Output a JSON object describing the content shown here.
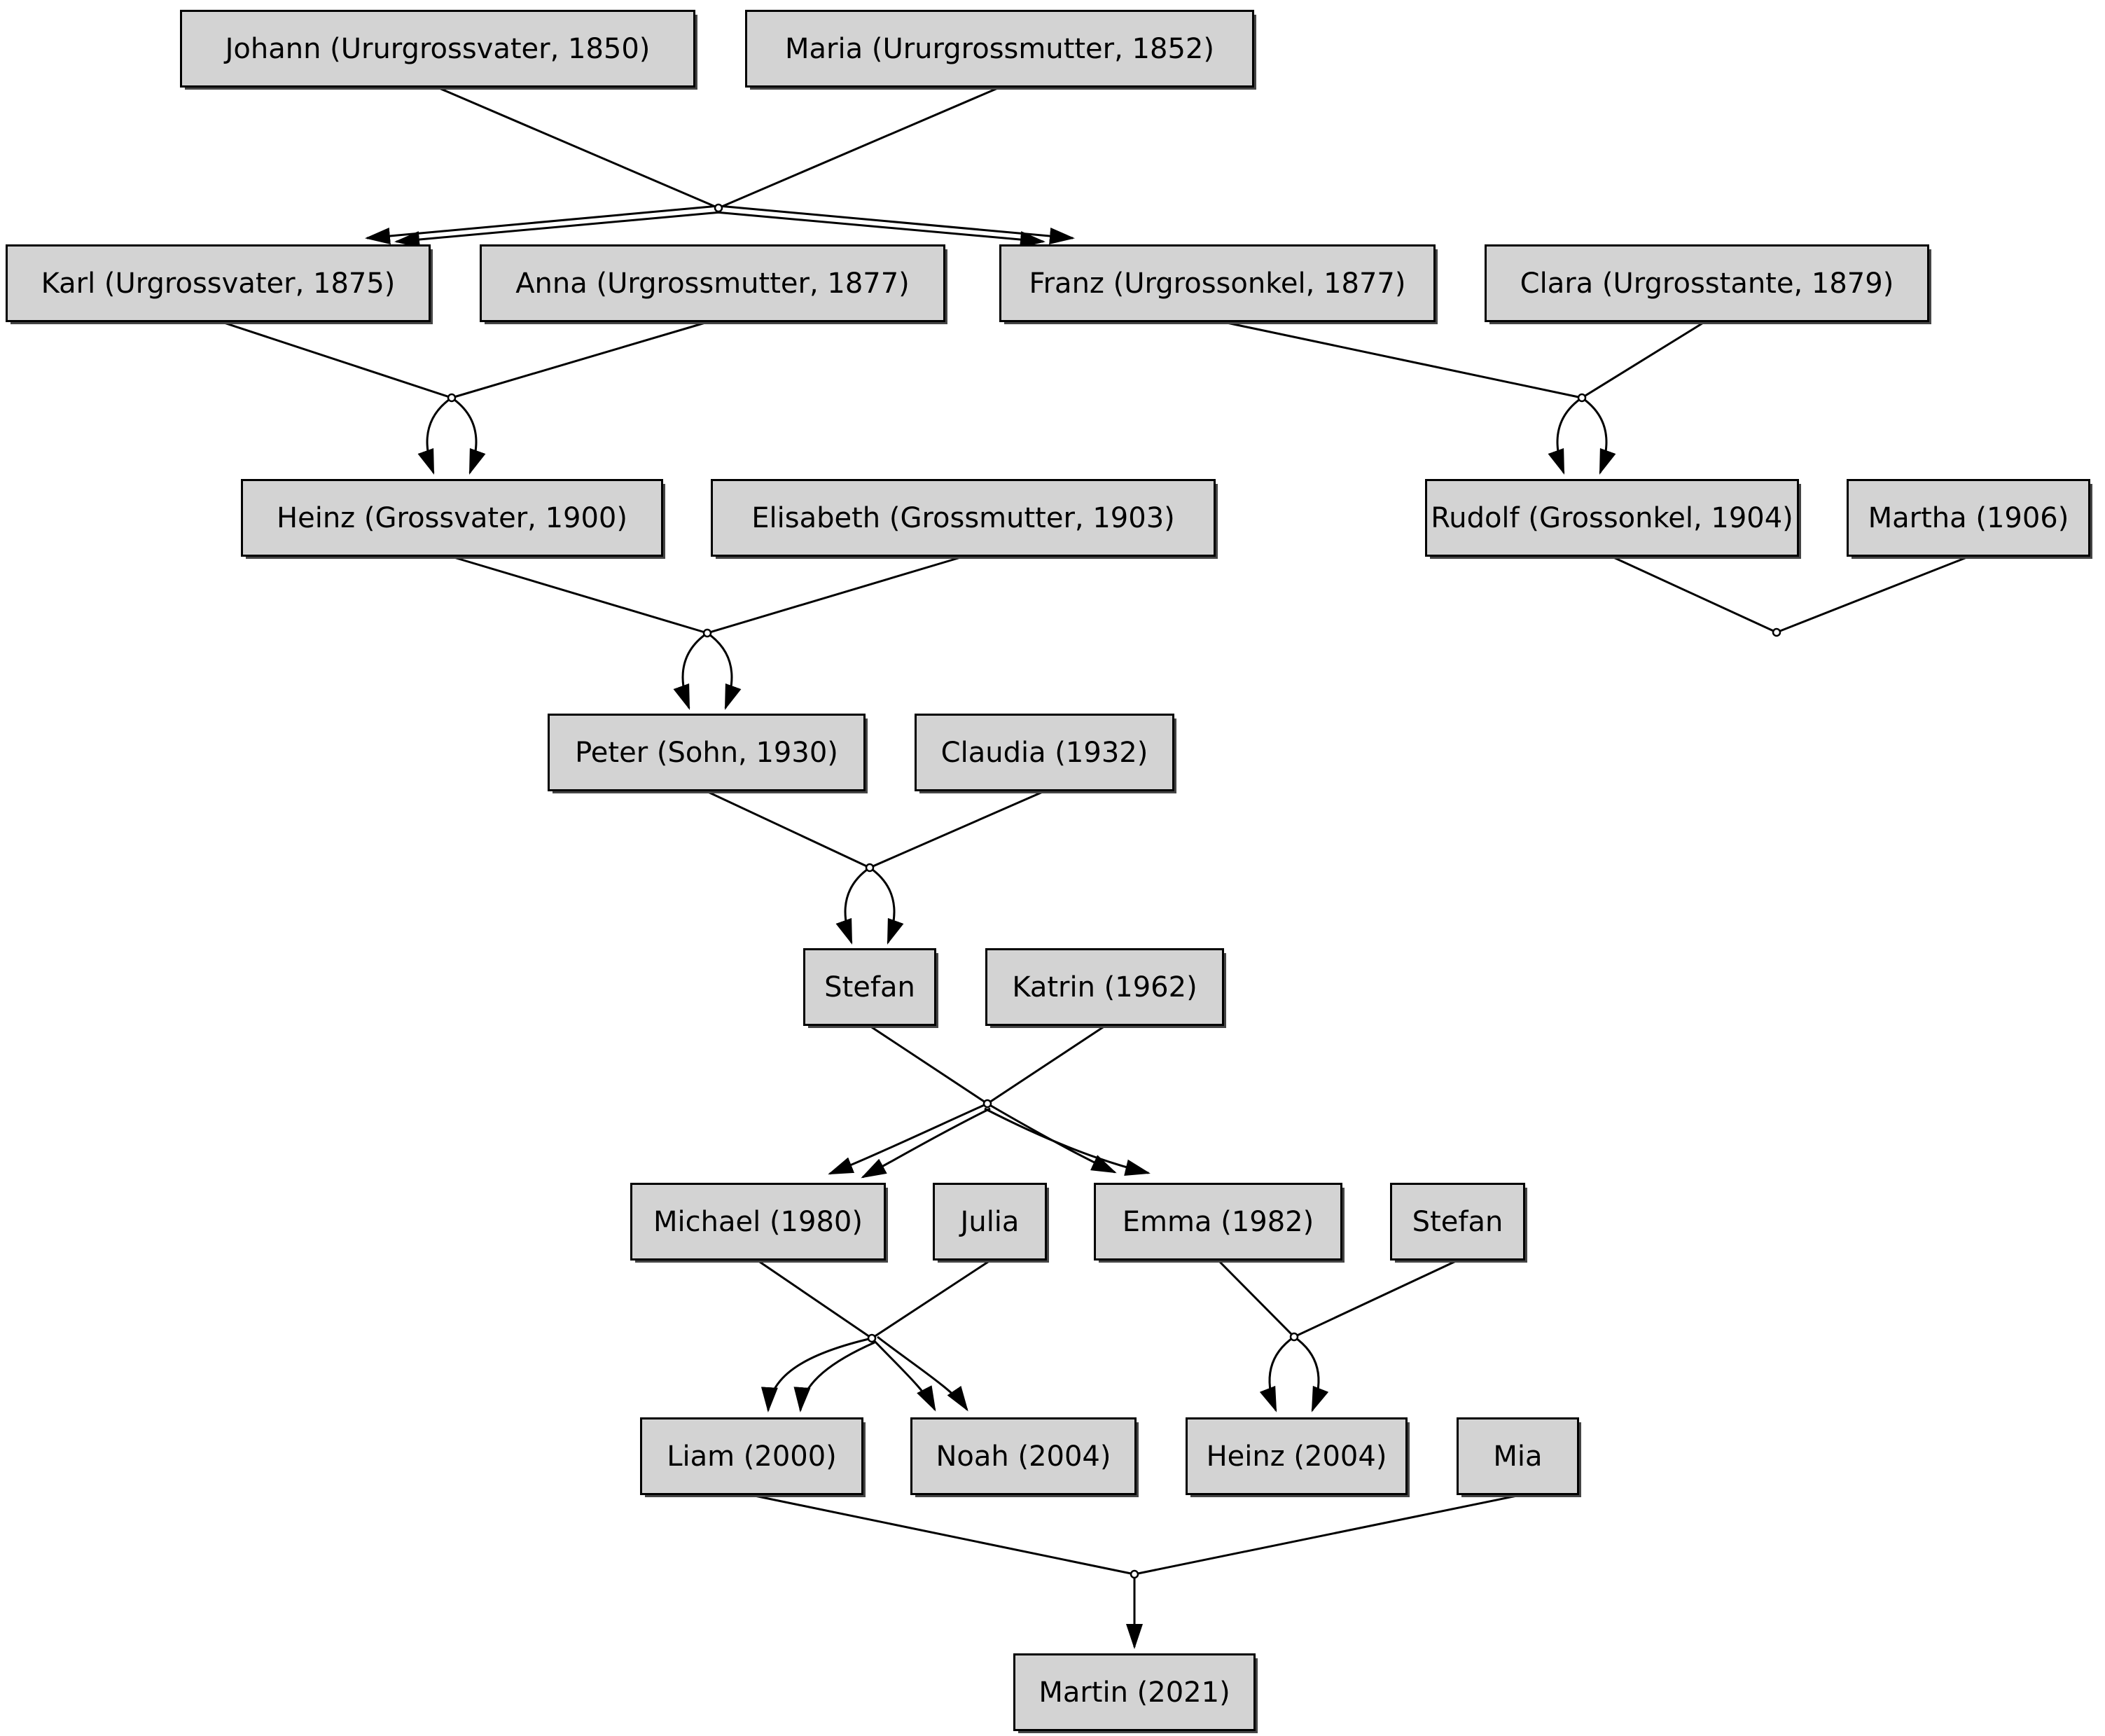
{
  "diagram": {
    "title": "family-tree",
    "colors": {
      "background": "#ffffff",
      "node_fill": "#d3d3d3",
      "node_border": "#000000",
      "edge": "#000000"
    },
    "nodes": {
      "johann": {
        "label": "Johann (Ururgrossvater, 1850)"
      },
      "maria": {
        "label": "Maria (Ururgrossmutter, 1852)"
      },
      "karl": {
        "label": "Karl (Urgrossvater, 1875)"
      },
      "anna": {
        "label": "Anna (Urgrossmutter, 1877)"
      },
      "franz": {
        "label": "Franz (Urgrossonkel, 1877)"
      },
      "clara": {
        "label": "Clara (Urgrosstante, 1879)"
      },
      "heinz_sr": {
        "label": "Heinz (Grossvater, 1900)"
      },
      "elisabeth": {
        "label": "Elisabeth (Grossmutter, 1903)"
      },
      "rudolf": {
        "label": "Rudolf (Grossonkel, 1904)"
      },
      "martha": {
        "label": "Martha (1906)"
      },
      "peter": {
        "label": "Peter (Sohn, 1930)"
      },
      "claudia": {
        "label": "Claudia (1932)"
      },
      "stefan_sr": {
        "label": "Stefan"
      },
      "katrin": {
        "label": "Katrin (1962)"
      },
      "michael": {
        "label": "Michael (1980)"
      },
      "julia": {
        "label": "Julia"
      },
      "emma": {
        "label": "Emma (1982)"
      },
      "stefan_jr": {
        "label": "Stefan"
      },
      "liam": {
        "label": "Liam (2000)"
      },
      "noah": {
        "label": "Noah (2004)"
      },
      "heinz_jr": {
        "label": "Heinz (2004)"
      },
      "mia": {
        "label": "Mia"
      },
      "martin": {
        "label": "Martin (2021)"
      }
    }
  }
}
